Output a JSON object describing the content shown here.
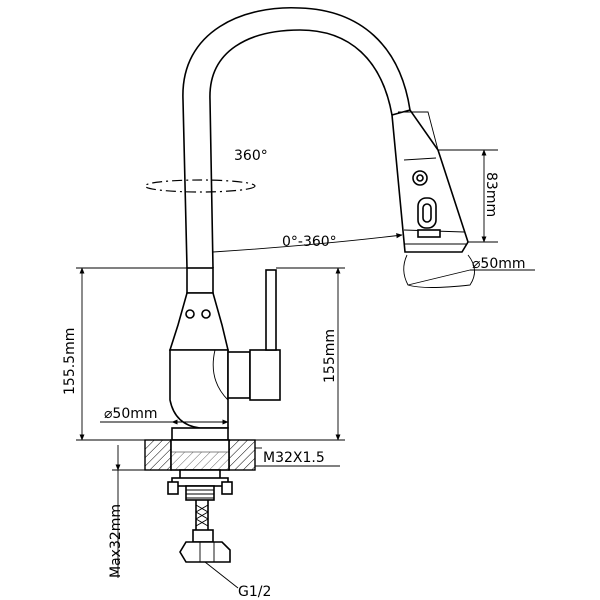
{
  "drawing": {
    "labels": {
      "swivel_upper": "360°",
      "swivel_spout": "0°-360°",
      "head_height": "83mm",
      "head_diameter": "⌀50mm",
      "total_height": "155.5mm",
      "lever_height": "155mm",
      "body_diameter": "⌀50mm",
      "thread": "M32X1.5",
      "max_thickness": "Max32mm",
      "connection": "G1/2"
    }
  }
}
